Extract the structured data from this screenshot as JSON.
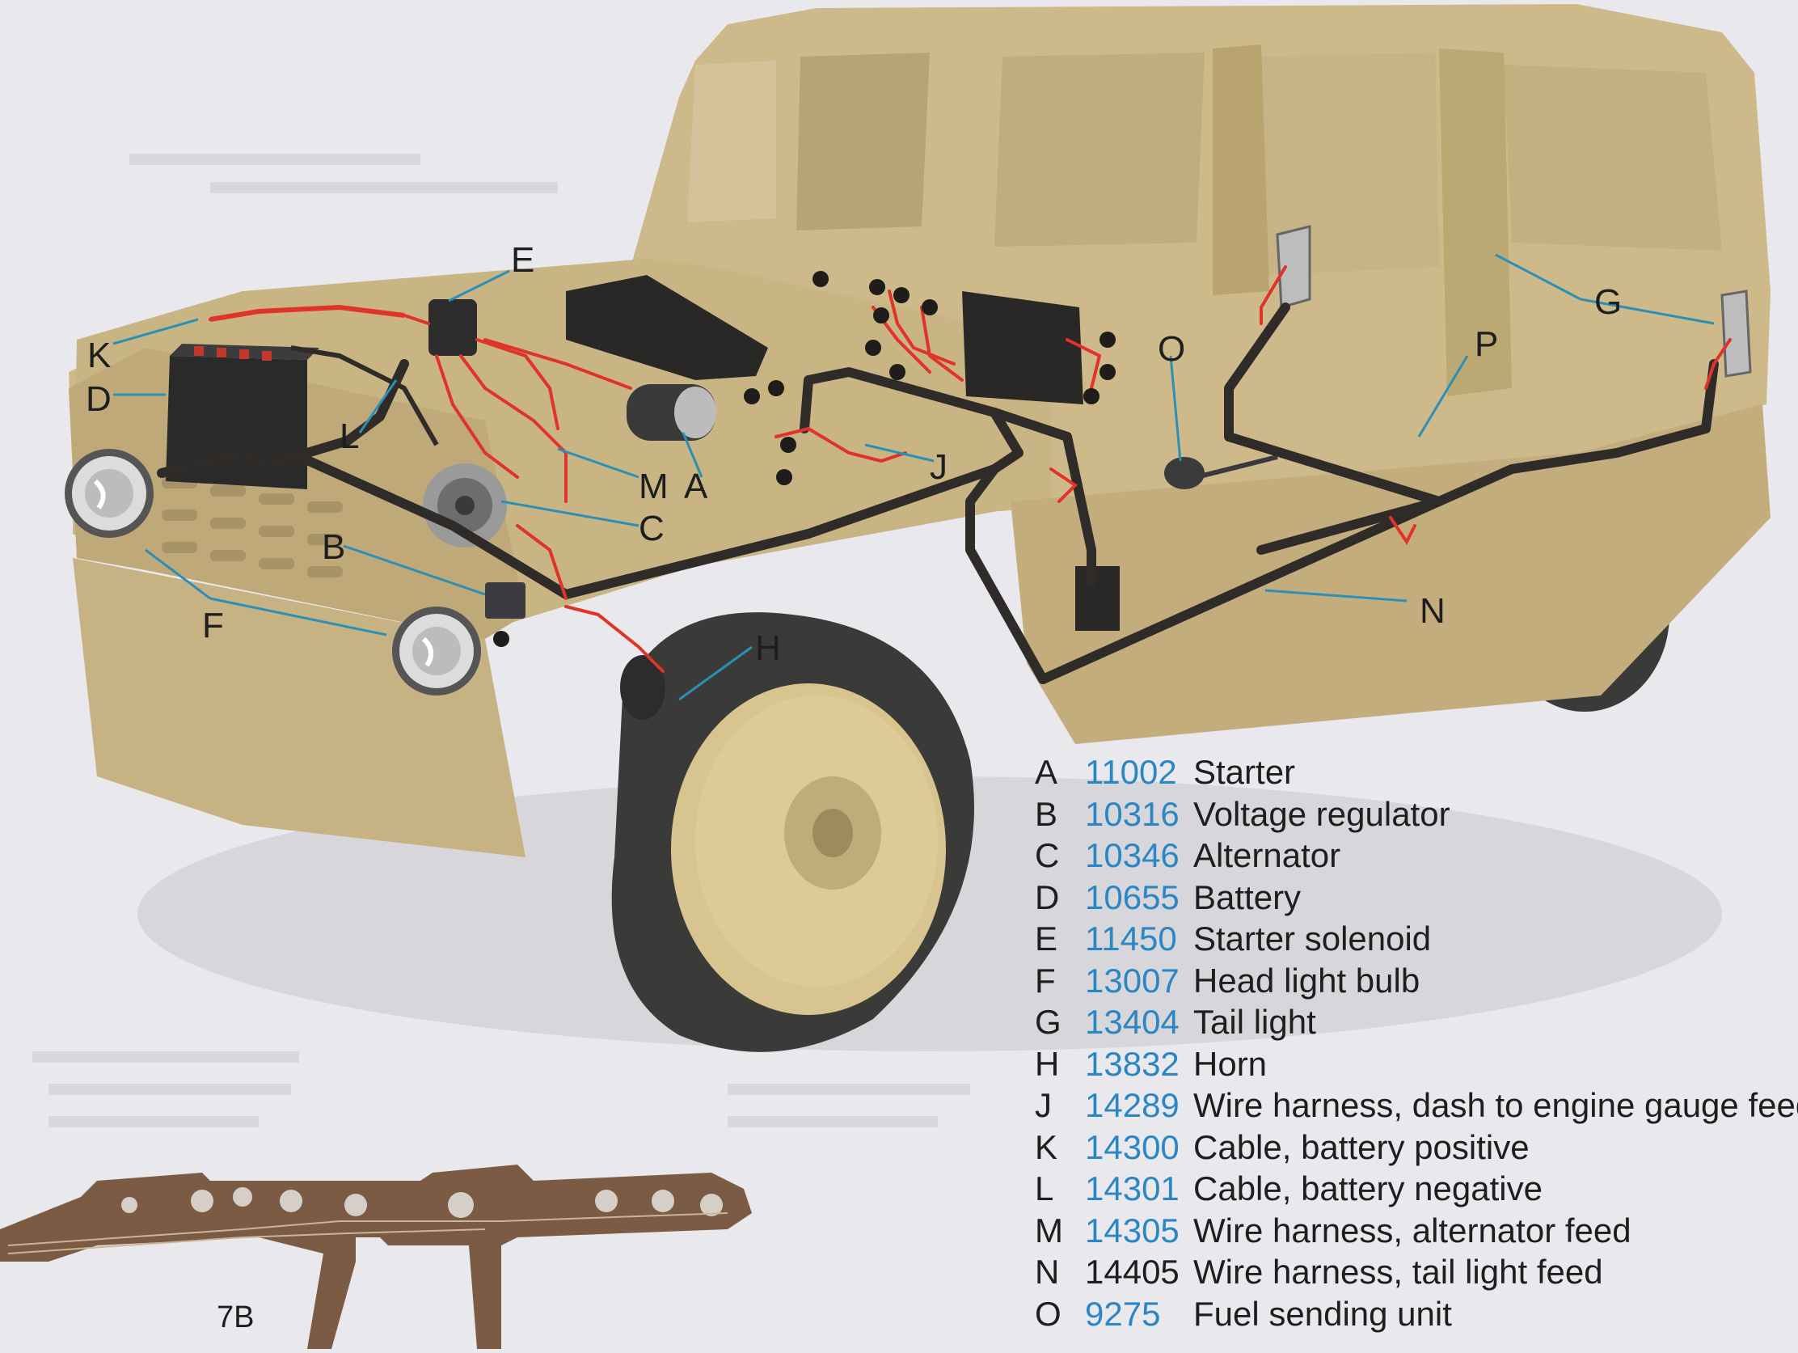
{
  "callouts": {
    "A": "A",
    "B": "B",
    "C": "C",
    "D": "D",
    "E": "E",
    "F": "F",
    "G": "G",
    "H": "H",
    "J": "J",
    "K": "K",
    "L": "L",
    "M": "M",
    "N": "N",
    "O": "O",
    "P": "P"
  },
  "legend": [
    {
      "letter": "A",
      "part": "11002",
      "desc": "Starter"
    },
    {
      "letter": "B",
      "part": "10316",
      "desc": "Voltage regulator"
    },
    {
      "letter": "C",
      "part": "10346",
      "desc": "Alternator"
    },
    {
      "letter": "D",
      "part": "10655",
      "desc": "Battery"
    },
    {
      "letter": "E",
      "part": "11450",
      "desc": "Starter solenoid"
    },
    {
      "letter": "F",
      "part": "13007",
      "desc": "Head light bulb"
    },
    {
      "letter": "G",
      "part": "13404",
      "desc": "Tail light"
    },
    {
      "letter": "H",
      "part": "13832",
      "desc": "Horn"
    },
    {
      "letter": "J",
      "part": "14289",
      "desc": "Wire harness, dash to engine gauge feed"
    },
    {
      "letter": "K",
      "part": "14300",
      "desc": "Cable, battery positive"
    },
    {
      "letter": "L",
      "part": "14301",
      "desc": "Cable, battery negative"
    },
    {
      "letter": "M",
      "part": "14305",
      "desc": "Wire harness, alternator feed"
    },
    {
      "letter": "N",
      "part": "14405",
      "desc": "Wire harness, tail light feed"
    },
    {
      "letter": "O",
      "part": "9275",
      "desc": "Fuel sending unit"
    }
  ],
  "figure_label": "7B",
  "colors": {
    "body": "#cdb98a",
    "body_shadow": "#b8a372",
    "harness": "#2e2b28",
    "wire_red": "#e0332a",
    "leader_blue": "#2c8fb5",
    "part_number_blue": "#2b86c4",
    "tire": "#3a3a38",
    "wheel": "#d8c48e"
  }
}
